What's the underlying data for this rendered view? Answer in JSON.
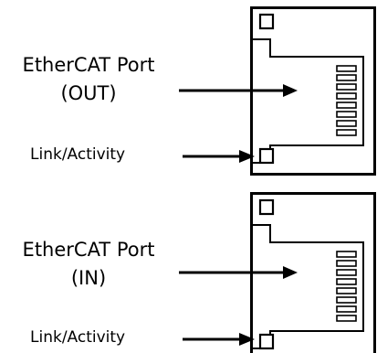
{
  "ports": [
    {
      "name_line1": "EtherCAT Port",
      "name_line2": "(OUT)",
      "led_label": "Link/Activity"
    },
    {
      "name_line1": "EtherCAT Port",
      "name_line2": "(IN)",
      "led_label": "Link/Activity"
    }
  ],
  "colors": {
    "ink": "#000000",
    "background": "#ffffff"
  }
}
